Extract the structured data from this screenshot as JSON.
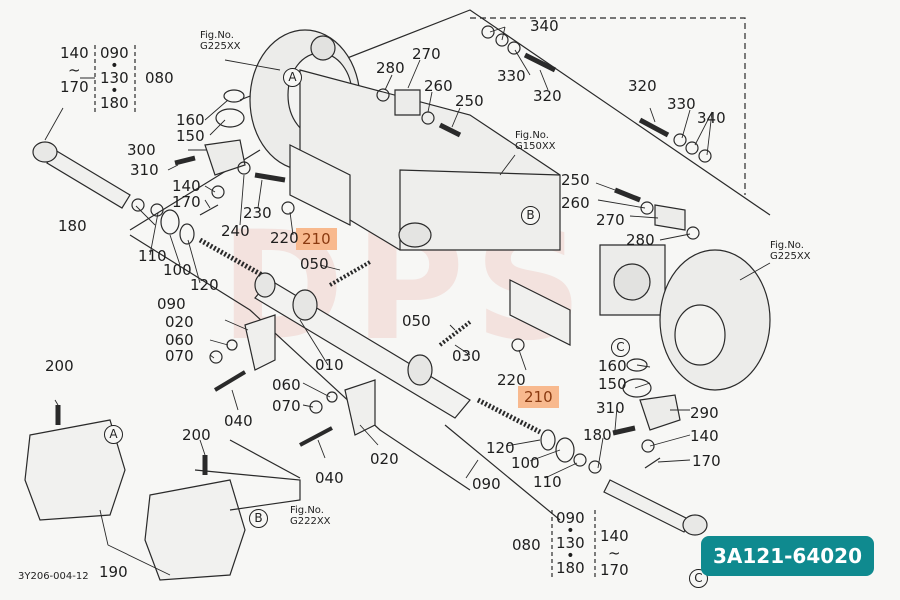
{
  "drawing": {
    "part_code": "3A121-64020",
    "reference": "3Y206-004-12",
    "watermark": "DPS"
  },
  "fig_refs": [
    {
      "id": "fig-g225xx-top",
      "line1": "Fig.No.",
      "line2": "G225XX"
    },
    {
      "id": "fig-g150xx",
      "line1": "Fig.No.",
      "line2": "G150XX"
    },
    {
      "id": "fig-g225xx-right",
      "line1": "Fig.No.",
      "line2": "G225XX"
    },
    {
      "id": "fig-g222xx",
      "line1": "Fig.No.",
      "line2": "G222XX"
    }
  ],
  "circle_refs": {
    "a1": "A",
    "a2": "A",
    "b1": "B",
    "b2": "B",
    "c1": "C",
    "c2": "C"
  },
  "spec_left": {
    "top": "090",
    "mid": "130",
    "bottom": "180",
    "ref": "080",
    "range_from": "140",
    "range_to": "170",
    "tilde": "~",
    "dot": "•"
  },
  "spec_right": {
    "top": "090",
    "mid": "130",
    "bottom": "180",
    "ref": "080",
    "range_from": "140",
    "range_to": "170",
    "tilde": "~",
    "dot": "•"
  },
  "highlighted": [
    "210",
    "210"
  ],
  "labels": {
    "l340a": "340",
    "l330a": "330",
    "l320a": "320",
    "l320b": "320",
    "l330b": "330",
    "l340b": "340",
    "l280a": "280",
    "l270a": "270",
    "l260a": "260",
    "l250a": "250",
    "l160a": "160",
    "l150a": "150",
    "l300": "300",
    "l310a": "310",
    "l140a": "140",
    "l170a": "170",
    "l230": "230",
    "l240": "240",
    "l220a": "220",
    "l180a": "180",
    "l110a": "110",
    "l100a": "100",
    "l120a": "120",
    "l090a": "090",
    "l050a": "050",
    "l020a": "020",
    "l060a": "060",
    "l070a": "070",
    "l040a": "040",
    "l010": "010",
    "l050b": "050",
    "l030": "030",
    "l060b": "060",
    "l070b": "070",
    "l040b": "040",
    "l020b": "020",
    "l220b": "220",
    "l120b": "120",
    "l100b": "100",
    "l110b": "110",
    "l090b": "090",
    "l250b": "250",
    "l260b": "260",
    "l270b": "270",
    "l280b": "280",
    "l160b": "160",
    "l150b": "150",
    "l310b": "310",
    "l290": "290",
    "l140b": "140",
    "l180b": "180",
    "l170b": "170",
    "l200a": "200",
    "l200b": "200",
    "l190": "190"
  }
}
